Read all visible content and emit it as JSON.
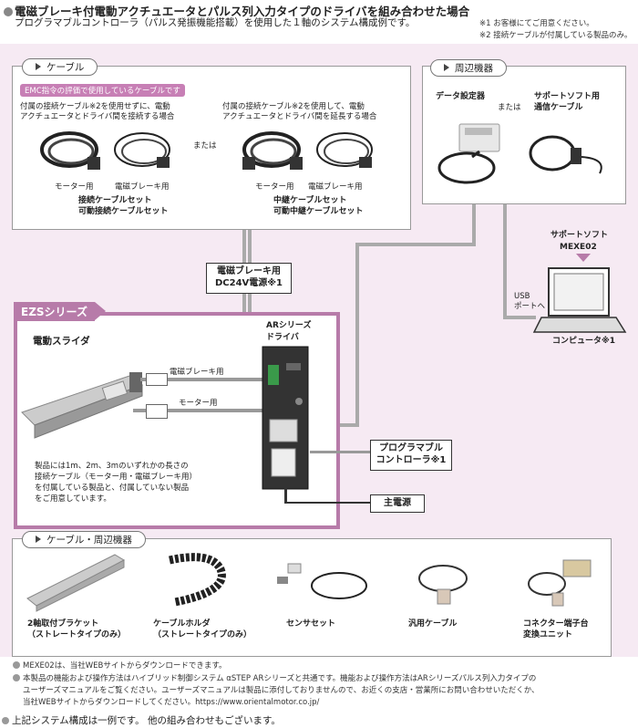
{
  "header": {
    "title": "電磁ブレーキ付電動アクチュエータとパルス列入力タイプのドライバを組み合わせた場合",
    "subtitle": "プログラマブルコントローラ（パルス発振機能搭載）を使用した１軸のシステム構成例です。",
    "footnote1": "※1 お客様にてご用意ください。",
    "footnote2": "※2 接続ケーブルが付属している製品のみ。"
  },
  "cable_section": {
    "label": "ケーブル",
    "emc_badge": "EMC指令の評価で使用しているケーブルです",
    "left_desc_1": "付属の接続ケーブル※2を使用せずに、電動",
    "left_desc_2": "アクチュエータとドライバ間を接続する場合",
    "right_desc_1": "付属の接続ケーブル※2を使用して、電動",
    "right_desc_2": "アクチュエータとドライバ間を延長する場合",
    "or": "または",
    "motor_label_left": "モーター用",
    "brake_label_left": "電磁ブレーキ用",
    "motor_label_right": "モーター用",
    "brake_label_right": "電磁ブレーキ用",
    "left_set_1": "接続ケーブルセット",
    "left_set_2": "可動接続ケーブルセット",
    "right_set_1": "中継ケーブルセット",
    "right_set_2": "可動中継ケーブルセット"
  },
  "peripheral_section": {
    "label": "周辺機器",
    "data_setter": "データ設定器",
    "or": "または",
    "support_cable_1": "サポートソフト用",
    "support_cable_2": "通信ケーブル"
  },
  "computer": {
    "software_label": "サポートソフト",
    "software_name": "MEXE02",
    "usb_1": "USB",
    "usb_2": "ポートへ",
    "name": "コンピュータ※1"
  },
  "brake_power": {
    "line1": "電磁ブレーキ用",
    "line2": "DC24V電源※1"
  },
  "ezs": {
    "label": "EZSシリーズ",
    "slider": "電動スライダ",
    "brake_cable": "電磁ブレーキ用",
    "motor_cable": "モーター用",
    "note_1": "製品には1m、2m、3mのいずれかの長さの",
    "note_2": "接続ケーブル（モーター用・電磁ブレーキ用）",
    "note_3": "を付属している製品と、付属していない製品",
    "note_4": "をご用意しています。"
  },
  "driver": {
    "label_1": "ARシリーズ",
    "label_2": "ドライバ"
  },
  "controller": {
    "line1": "プログラマブル",
    "line2": "コントローラ※1"
  },
  "main_power": "主電源",
  "accessories": {
    "label": "ケーブル・周辺機器",
    "items": [
      {
        "l1": "2軸取付ブラケット",
        "l2": "（ストレートタイプのみ）"
      },
      {
        "l1": "ケーブルホルダ",
        "l2": "（ストレートタイプのみ）"
      },
      {
        "l1": "センサセット",
        "l2": ""
      },
      {
        "l1": "汎用ケーブル",
        "l2": ""
      },
      {
        "l1": "コネクター端子台",
        "l2": "変換ユニット"
      }
    ]
  },
  "notes": {
    "n1": "MEXE02は、当社WEBサイトからダウンロードできます。",
    "n2a": "本製品の機能および操作方法はハイブリッド制御システム αSTEP ARシリーズと共通です。機能および操作方法はARシリーズパルス列入力タイプの",
    "n2b": "ユーザーズマニュアルをご覧ください。ユーザーズマニュアルは製品に添付しておりませんので、お近くの支店・営業所にお問い合わせいただくか、",
    "n2c": "当社WEBサイトからダウンロードしてください。https://www.orientalmotor.co.jp/"
  },
  "bottom_note": "上記システム構成は一例です。 他の組み合わせもございます。",
  "colors": {
    "accent": "#b77ba9",
    "badge": "#c77fb5",
    "background": "#f6eaf3",
    "line": "#aaaaaa"
  }
}
